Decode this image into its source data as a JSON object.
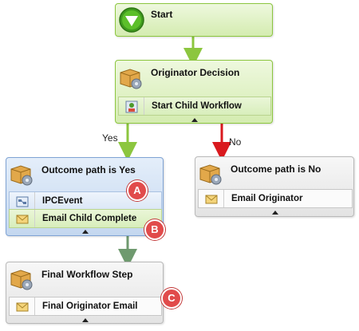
{
  "nodes": {
    "start": {
      "title": "Start"
    },
    "originator_decision": {
      "title": "Originator Decision",
      "row": "Start Child Workflow"
    },
    "outcome_yes": {
      "title": "Outcome path is Yes",
      "rows": [
        "IPCEvent",
        "Email Child Complete"
      ]
    },
    "outcome_no": {
      "title": "Outcome path is No",
      "row": "Email Originator"
    },
    "final_step": {
      "title": "Final Workflow Step",
      "row": "Final Originator Email"
    }
  },
  "edges": {
    "yes_label": "Yes",
    "no_label": "No"
  },
  "callouts": [
    "A",
    "B",
    "C"
  ],
  "colors": {
    "yes_arrow": "#8cc63f",
    "no_arrow": "#d9191e",
    "chain": "#6f9a6f"
  }
}
